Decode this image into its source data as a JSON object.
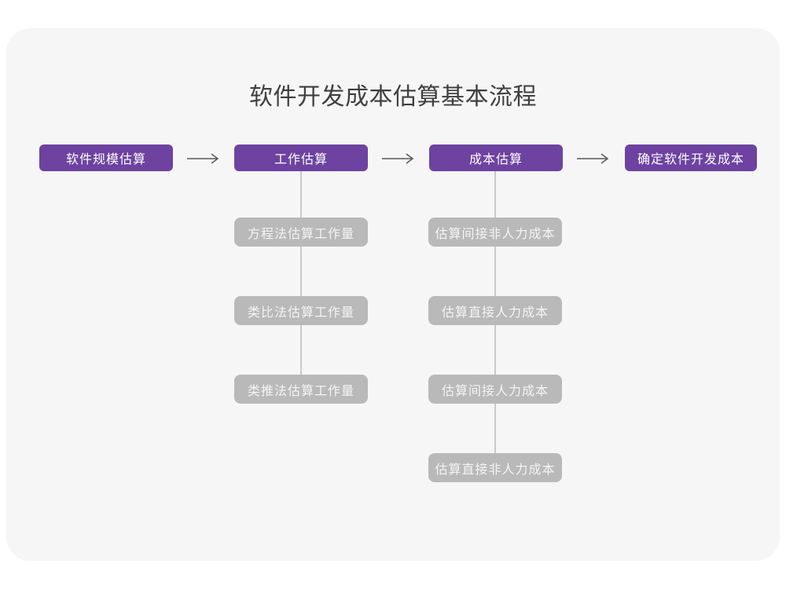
{
  "title": "软件开发成本估算基本流程",
  "colors": {
    "page_background": "#ffffff",
    "card_background": "#f6f6f6",
    "step_box": "#6d42a1",
    "step_text": "#ffffff",
    "substep_box": "#b9b9b9",
    "substep_text": "#f4f4f4",
    "arrow": "#58585a",
    "connector_line": "#c9c9c9",
    "title_text": "#3f3f3f"
  },
  "flow": {
    "main_steps": [
      {
        "label": "软件规模估算"
      },
      {
        "label": "工作估算"
      },
      {
        "label": "成本估算"
      },
      {
        "label": "确定软件开发成本"
      }
    ],
    "work_substeps": [
      "方程法估算工作量",
      "类比法估算工作量",
      "类推法估算工作量"
    ],
    "cost_substeps": [
      "估算间接非人力成本",
      "估算直接人力成本",
      "估算间接人力成本",
      "估算直接非人力成本"
    ]
  }
}
